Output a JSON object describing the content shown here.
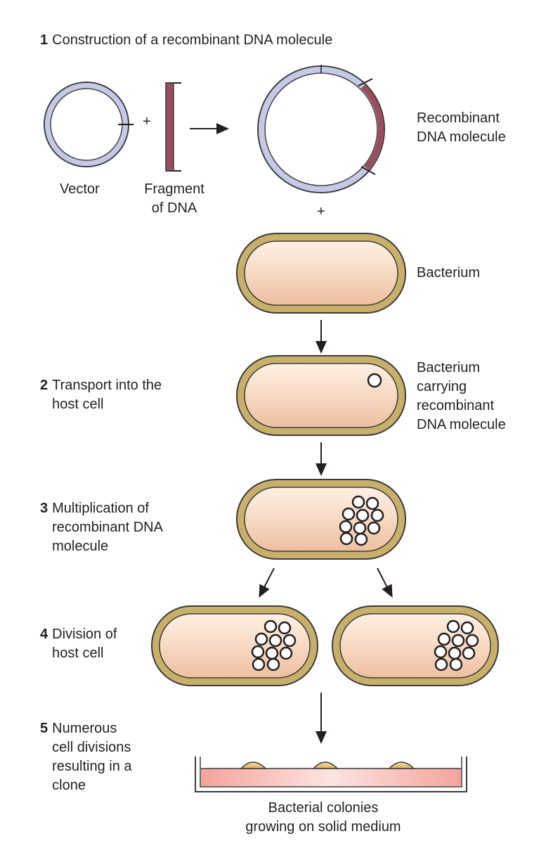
{
  "steps": [
    {
      "number": "1",
      "text": "Construction of a recombinant DNA molecule"
    },
    {
      "number": "2",
      "text": "Transport into the\nhost cell"
    },
    {
      "number": "3",
      "text": "Multiplication of\nrecombinant DNA\nmolecule"
    },
    {
      "number": "4",
      "text": "Division of\nhost cell"
    },
    {
      "number": "5",
      "text": "Numerous\ncell divisions\nresulting in a\nclone"
    }
  ],
  "labels": {
    "vector": "Vector",
    "fragment": "Fragment\nof DNA",
    "recombinant": "Recombinant\nDNA molecule",
    "bacterium": "Bacterium",
    "bacterium_carrying": "Bacterium\ncarrying\nrecombinant\nDNA molecule",
    "colonies": "Bacterial colonies\ngrowing on solid medium",
    "plus": "+"
  },
  "colors": {
    "vector_ring": "#c5c8e6",
    "dna_fragment": "#9c4c5e",
    "cell_wall": "#c9b06a",
    "cell_fill": "#f6d7c0",
    "medium": "#f4aaa4"
  }
}
